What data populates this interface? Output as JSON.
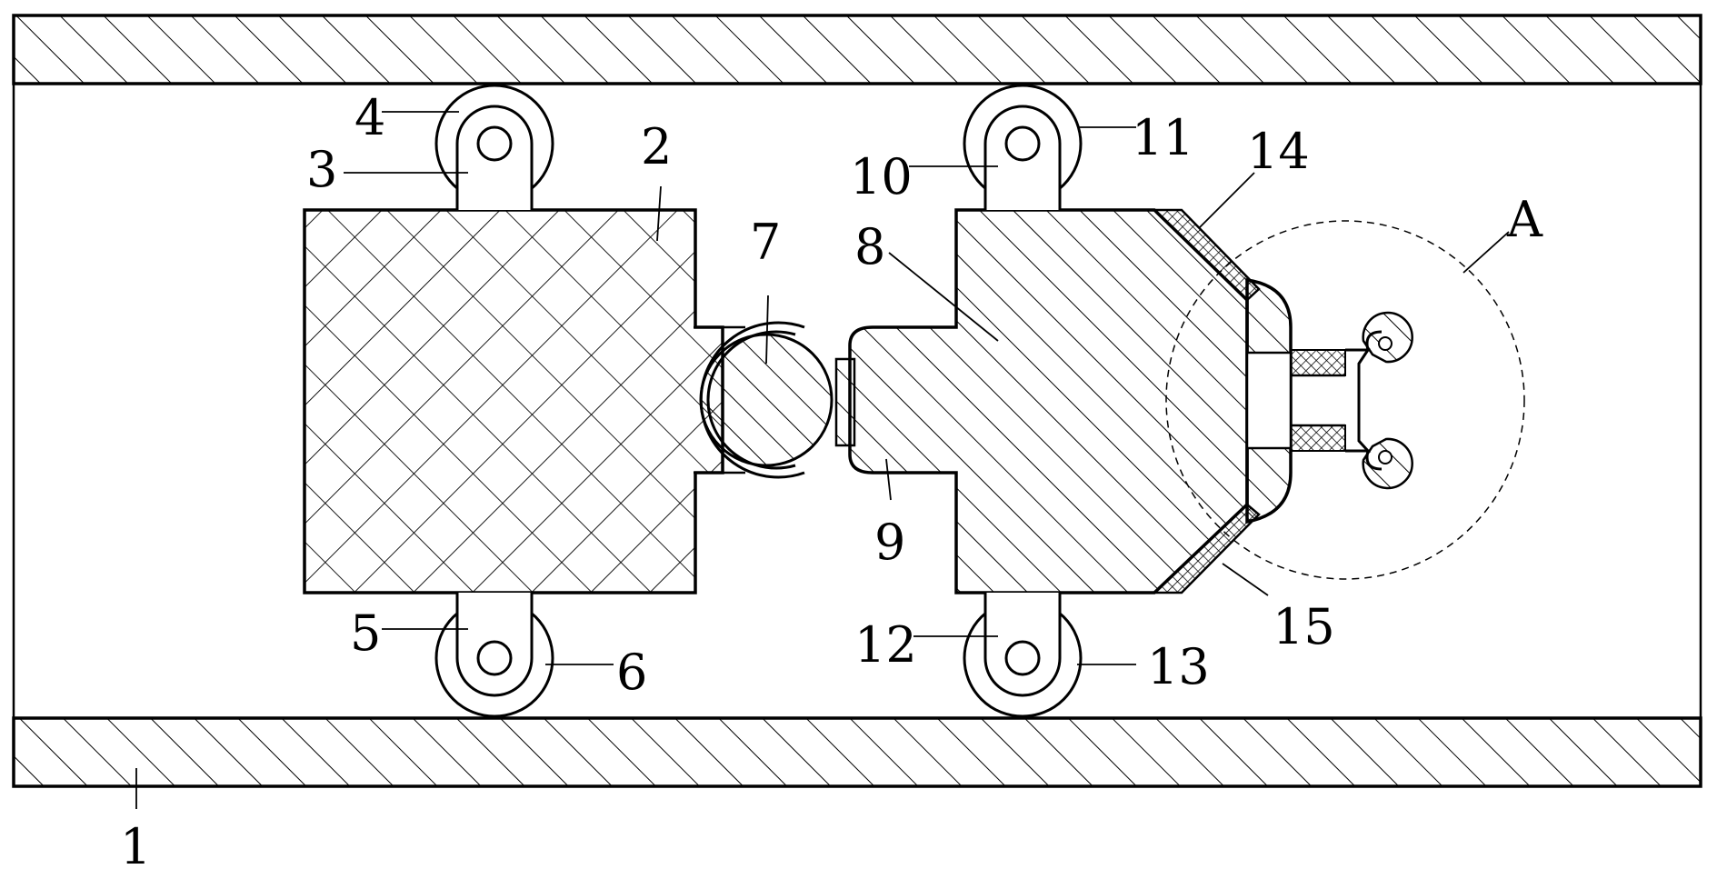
{
  "labels": {
    "l1": "1",
    "l2": "2",
    "l3": "3",
    "l4": "4",
    "l5": "5",
    "l6": "6",
    "l7": "7",
    "l8": "8",
    "l9": "9",
    "l10": "10",
    "l11": "11",
    "l12": "12",
    "l13": "13",
    "l14": "14",
    "l15": "15",
    "lA": "A"
  }
}
